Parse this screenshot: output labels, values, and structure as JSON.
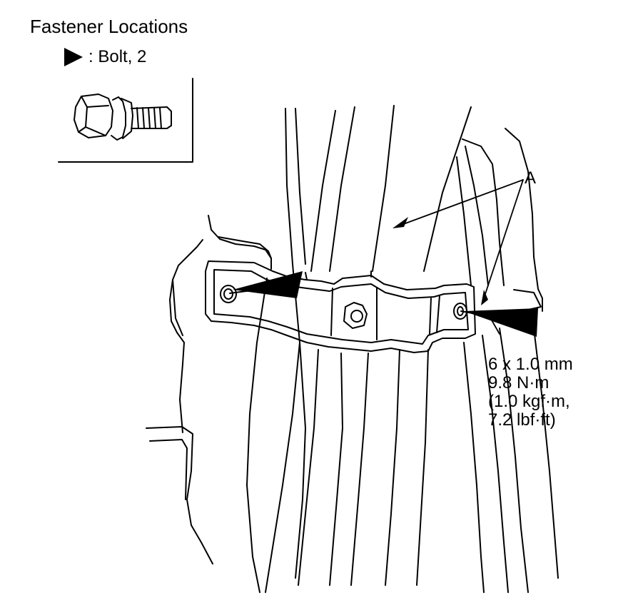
{
  "title": "Fastener Locations",
  "legend": {
    "icon": "black-triangle-arrow",
    "label": ": Bolt, 2"
  },
  "callout": "A",
  "torque_spec": {
    "size": "6 x 1.0 mm",
    "nm": "9.8 N·m",
    "kgfm": "(1.0 kgf·m,",
    "lbfft": "7.2 lbf·ft)"
  }
}
